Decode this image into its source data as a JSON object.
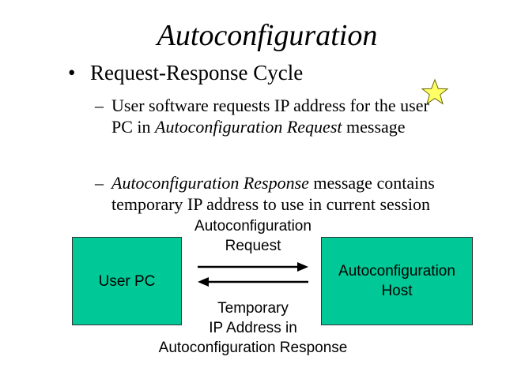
{
  "slide": {
    "title": "Autoconfiguration",
    "bullet": {
      "marker": "•",
      "text": "Request-Response Cycle"
    },
    "subbullets": [
      {
        "marker": "–",
        "text_before": "User software requests IP address for the user PC in ",
        "text_italic": "Autoconfiguration Request",
        "text_after": " message"
      },
      {
        "marker": "–",
        "text_before": "",
        "text_italic": "Autoconfiguration Response",
        "text_after": " message contains temporary IP address to use in current session"
      }
    ]
  },
  "diagram": {
    "left_box_label": "User PC",
    "right_box_label": "Autoconfiguration\nHost",
    "request_label": "Autoconfiguration\nRequest",
    "response_label": "Temporary\nIP Address in\nAutoconfiguration Response",
    "box_color": "#00c896",
    "star_color": "#ffff66"
  }
}
